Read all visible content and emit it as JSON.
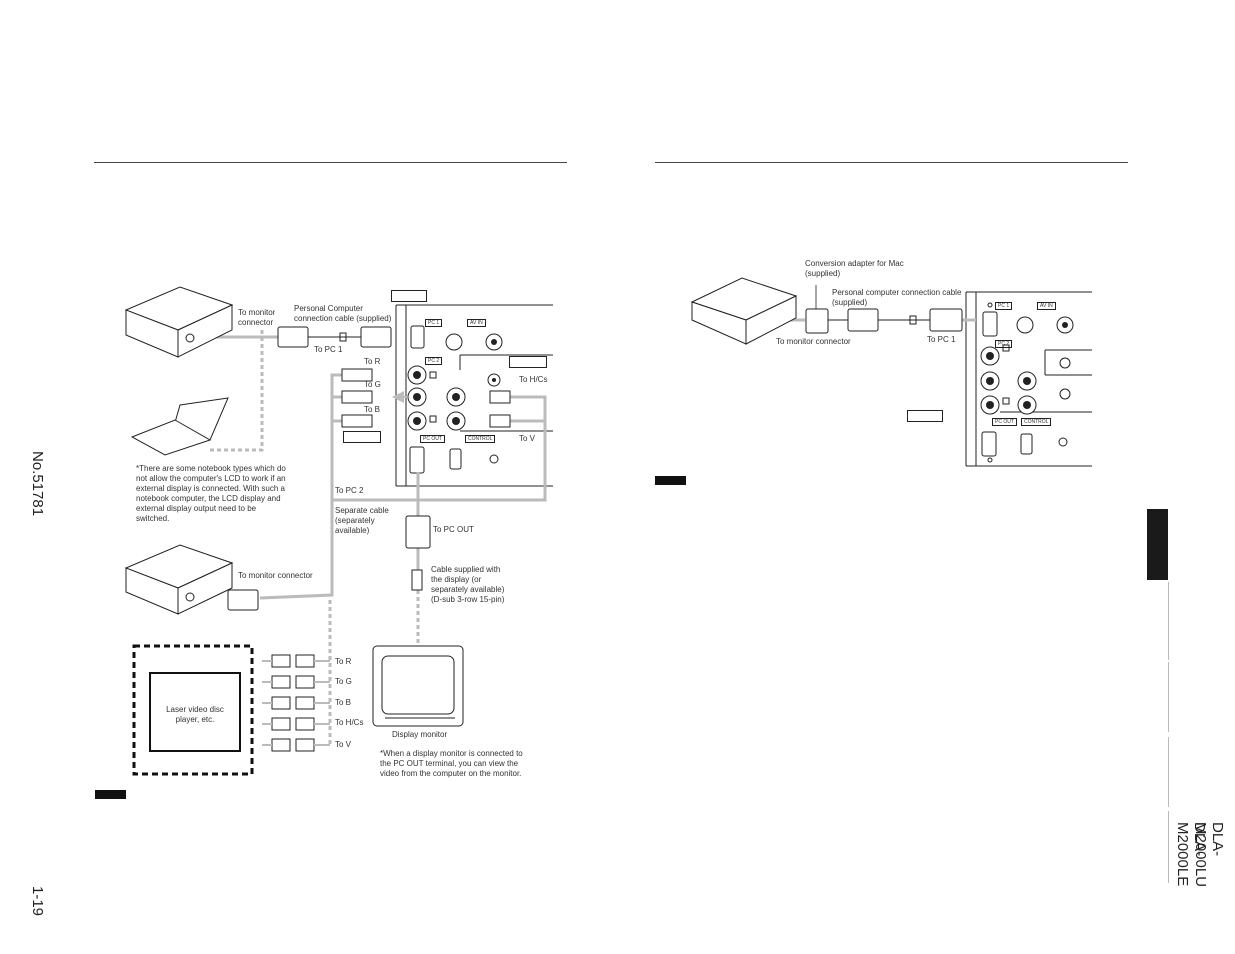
{
  "page": {
    "doc_number": "No.51781",
    "page_number": "1-19",
    "model_line1": "DLA-M2000LU",
    "model_line2": "DLA-M2000LE"
  },
  "left": {
    "to_monitor_connector_1": "To monitor\nconnector",
    "pc_cable": "Personal Computer\nconnection cable (supplied)",
    "to_pc1": "To PC 1",
    "to_r": "To R",
    "to_g": "To G",
    "to_b": "To B",
    "to_hcs": "To H/Cs",
    "to_v": "To V",
    "notebook_note": "*There are some notebook types which do not allow the computer's LCD to work if an external display is connected. With such a notebook computer, the LCD display and external display output need to be switched.",
    "to_pc2": "To PC 2",
    "separate_cable": "Separate cable\n(separately\navailable)",
    "to_pc_out": "To PC OUT",
    "to_monitor_connector_2": "To monitor connector",
    "cable_supplied": "Cable supplied with\nthe display (or\nseparately available)\n(D-sub 3-row 15-pin)",
    "laser_player": "Laser video disc\nplayer, etc.",
    "lower_r": "To R",
    "lower_g": "To G",
    "lower_b": "To B",
    "lower_hcs": "To H/Cs",
    "lower_v": "To V",
    "display_monitor": "Display monitor",
    "display_note": "*When a display monitor is connected to the PC OUT terminal, you can view the video from the computer on the monitor."
  },
  "right": {
    "mac_adapter": "Conversion adapter for Mac\n(supplied)",
    "pc_cable": "Personal computer connection cable\n(supplied)",
    "to_monitor_connector": "To monitor connector",
    "to_pc1": "To PC 1"
  },
  "panel_labels": {
    "pc1": "PC 1",
    "av_in": "AV IN",
    "pc2": "PC 2",
    "pc_out": "PC OUT",
    "control": "CONTROL"
  }
}
